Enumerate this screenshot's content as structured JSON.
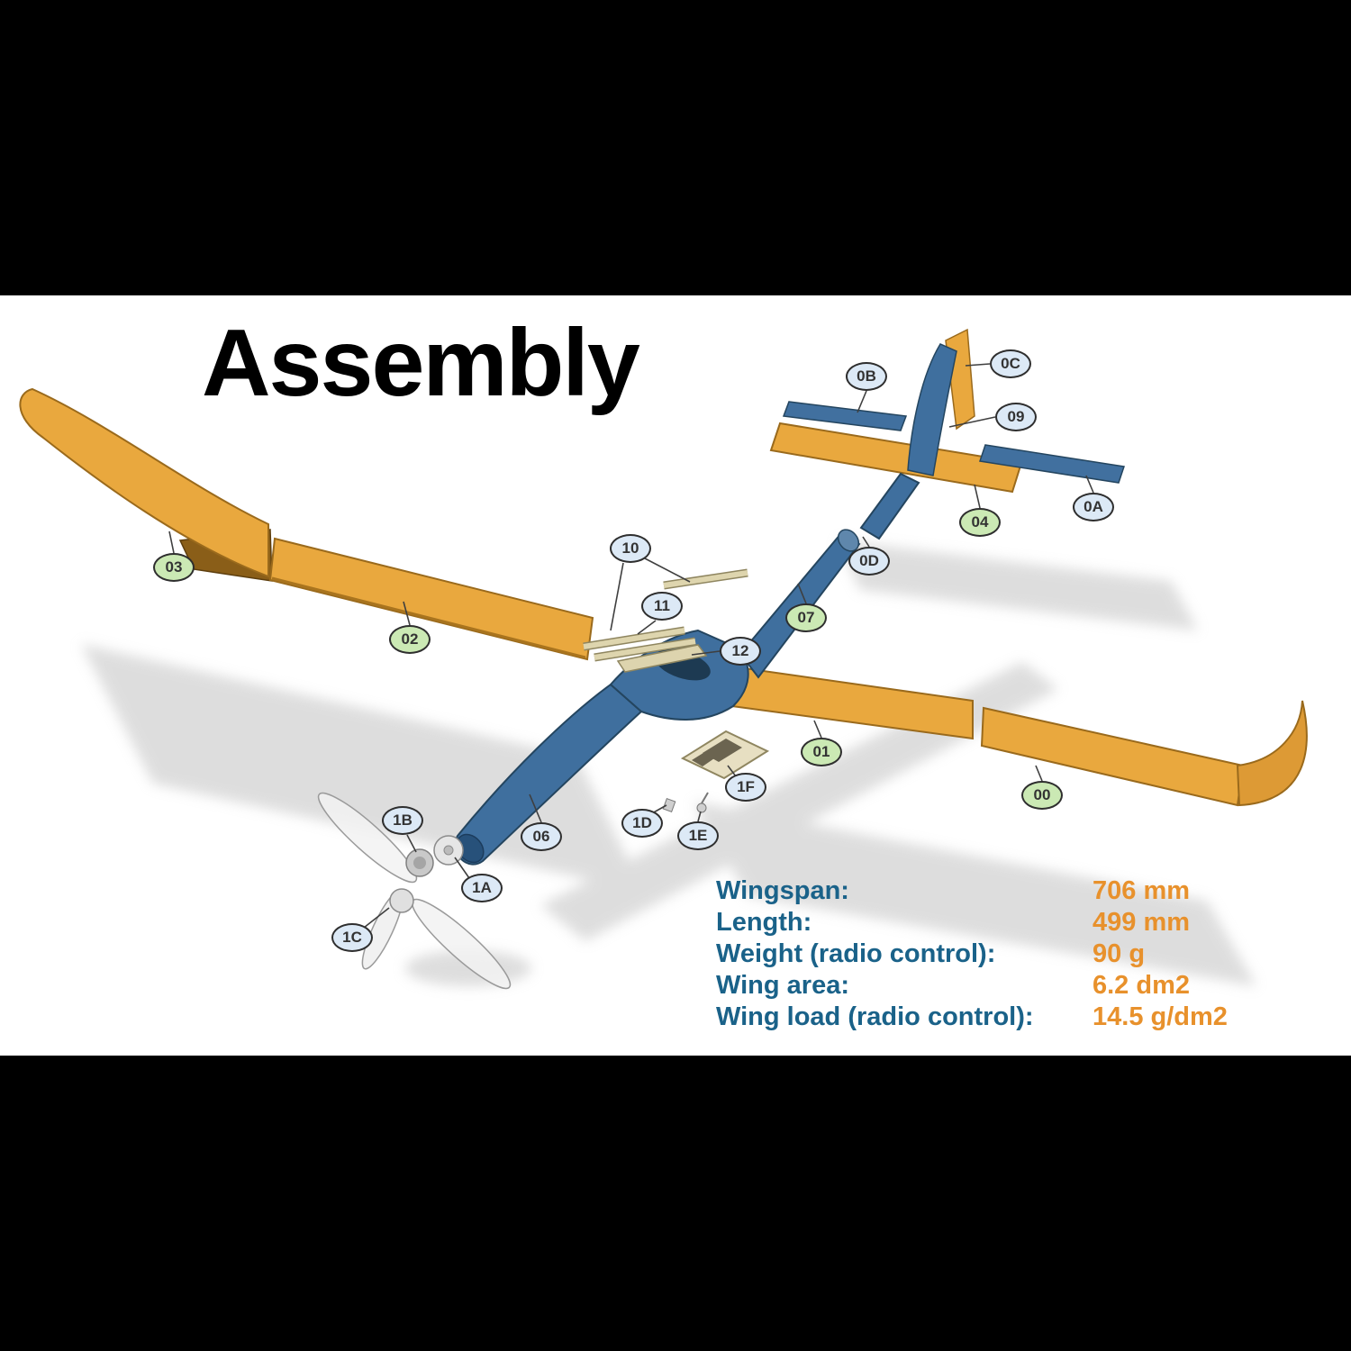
{
  "title": "Assembly",
  "specs": {
    "rows": [
      {
        "label": "Wingspan:",
        "value": "706 mm"
      },
      {
        "label": "Length:",
        "value": "499 mm"
      },
      {
        "label": "Weight (radio control):",
        "value": "90 g"
      },
      {
        "label": "Wing area:",
        "value": "6.2 dm2"
      },
      {
        "label": "Wing load (radio control):",
        "value": "14.5 g/dm2"
      }
    ]
  },
  "callouts": {
    "b0B": {
      "label": "0B",
      "variant": "blue"
    },
    "b0C": {
      "label": "0C",
      "variant": "blue"
    },
    "b09": {
      "label": "09",
      "variant": "blue"
    },
    "b0A": {
      "label": "0A",
      "variant": "blue"
    },
    "b04": {
      "label": "04",
      "variant": "green"
    },
    "b0D": {
      "label": "0D",
      "variant": "blue"
    },
    "b07": {
      "label": "07",
      "variant": "green"
    },
    "b10": {
      "label": "10",
      "variant": "blue"
    },
    "b11": {
      "label": "11",
      "variant": "blue"
    },
    "b12": {
      "label": "12",
      "variant": "blue"
    },
    "b03": {
      "label": "03",
      "variant": "green"
    },
    "b02": {
      "label": "02",
      "variant": "green"
    },
    "b01": {
      "label": "01",
      "variant": "green"
    },
    "b00": {
      "label": "00",
      "variant": "green"
    },
    "b06": {
      "label": "06",
      "variant": "blue"
    },
    "b1A": {
      "label": "1A",
      "variant": "blue"
    },
    "b1B": {
      "label": "1B",
      "variant": "blue"
    },
    "b1C": {
      "label": "1C",
      "variant": "blue"
    },
    "b1D": {
      "label": "1D",
      "variant": "blue"
    },
    "b1E": {
      "label": "1E",
      "variant": "blue"
    },
    "b1F": {
      "label": "1F",
      "variant": "blue"
    }
  },
  "colors": {
    "wing_orange": "#E9A83E",
    "wing_dark": "#8A5E18",
    "fuselage_blue": "#3F6F9E",
    "badge_blue_fill": "#DCE9F6",
    "badge_green_fill": "#CBE9B4",
    "badge_border": "#2E2E2E",
    "spec_label": "#1A6289",
    "spec_value": "#E8912C",
    "title": "#000000",
    "canvas": "#FFFFFF",
    "letterbox": "#000000"
  }
}
